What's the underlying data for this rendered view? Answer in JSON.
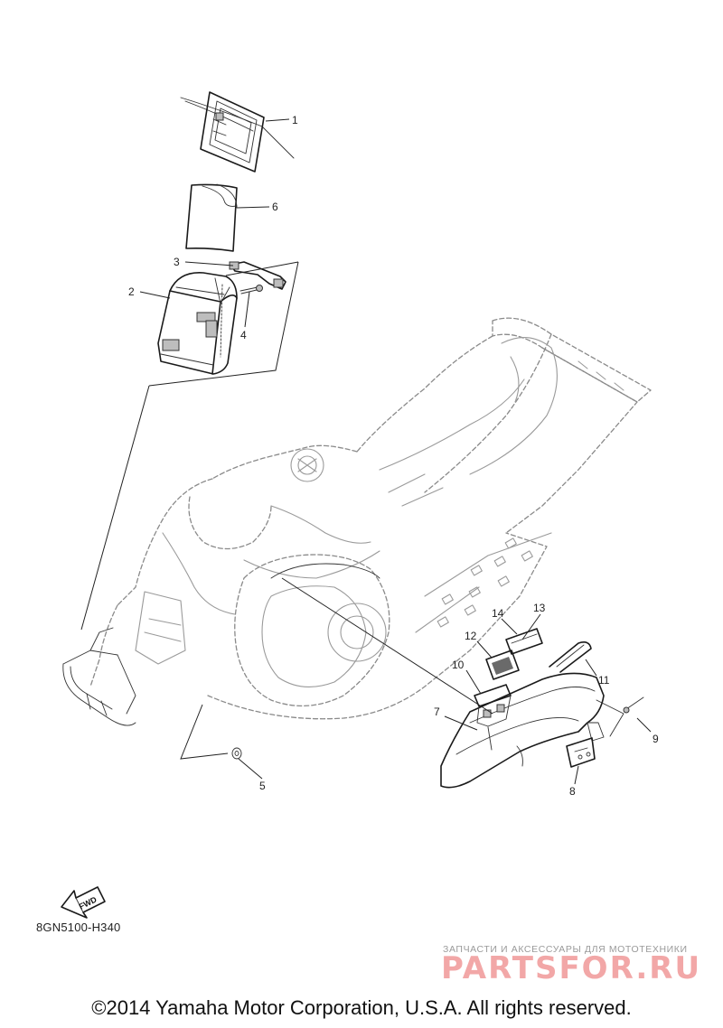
{
  "diagram": {
    "callouts": [
      "1",
      "2",
      "3",
      "4",
      "5",
      "6",
      "7",
      "8",
      "9",
      "10",
      "11",
      "12",
      "13",
      "14"
    ],
    "fwd_label": "FWD",
    "diagram_code": "8GN5100-H340"
  },
  "watermark": {
    "subtitle": "ЗАПЧАСТИ И АКСЕССУАРЫ ДЛЯ МОТОТЕХНИКИ",
    "logo": "PARTSFOR.RU",
    "color": "#f2a7a7"
  },
  "footer": {
    "copyright": "©2014 Yamaha Motor Corporation, U.S.A. All rights reserved."
  }
}
